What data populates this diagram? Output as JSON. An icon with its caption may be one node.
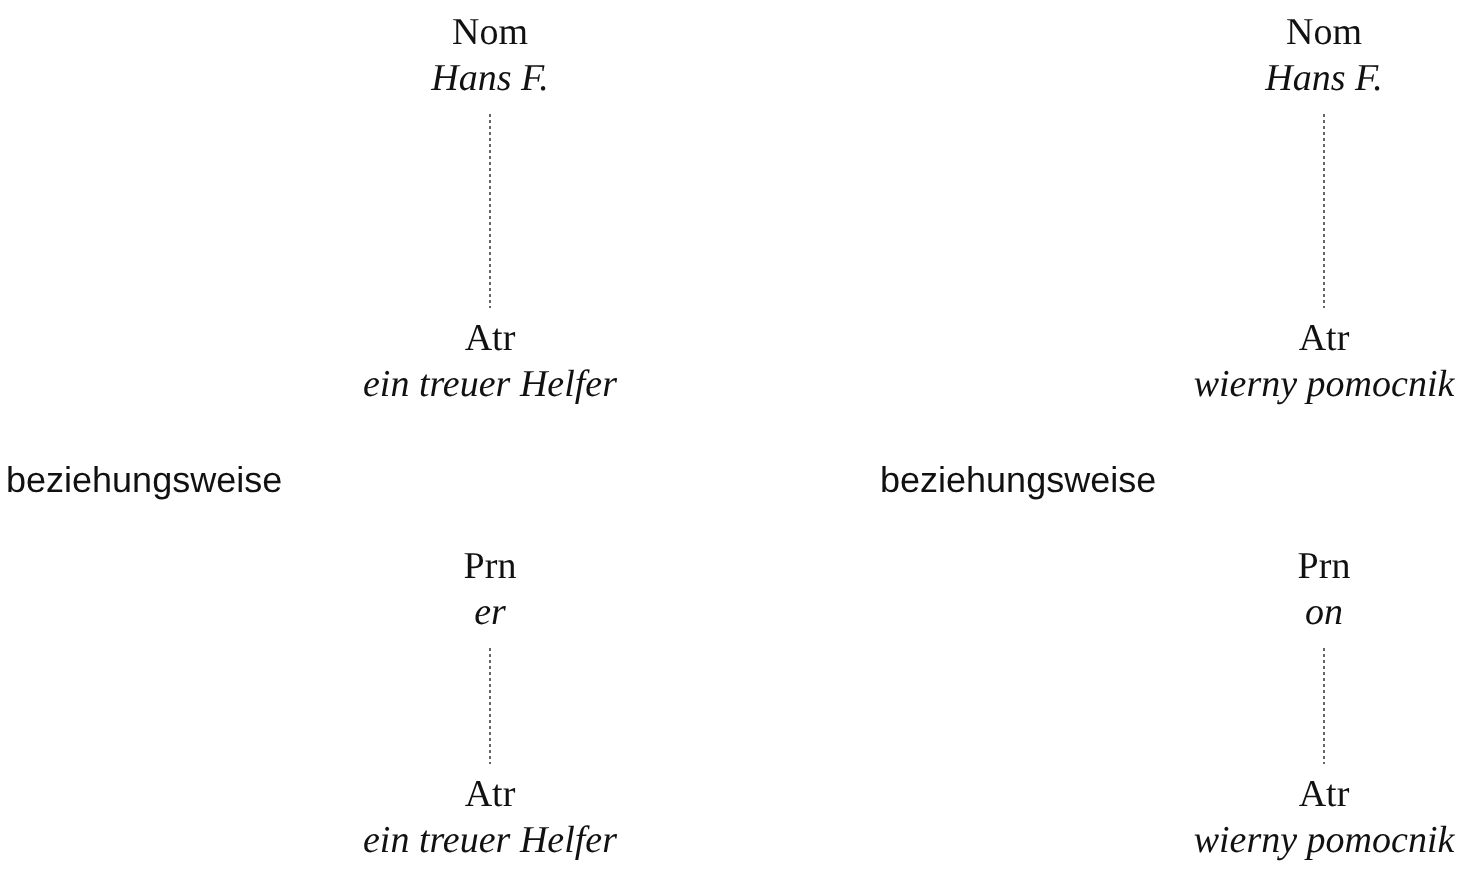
{
  "diagram": {
    "nodes": [
      {
        "text": [
          "Nom",
          "Hans F."
        ]
      },
      {
        "text": [
          "Atr",
          "ein treuer Helfer"
        ]
      },
      {
        "text": [
          "Prn",
          "er"
        ]
      },
      {
        "text": [
          "Atr",
          "ein treuer Helfer"
        ]
      },
      {
        "text": [
          "Nom",
          "Hans F."
        ]
      },
      {
        "text": [
          "Atr",
          "wierny pomocnik"
        ]
      },
      {
        "text": [
          "Prn",
          "on"
        ]
      },
      {
        "text": [
          "Atr",
          "wierny pomocnik"
        ]
      }
    ],
    "edges": [
      {
        "from": 0,
        "to": 1,
        "arrow": "none",
        "style": "dashed"
      },
      {
        "from": 2,
        "to": 3,
        "arrow": "none",
        "style": "dashed"
      },
      {
        "from": 4,
        "to": 5,
        "arrow": "none",
        "style": "dashed"
      },
      {
        "from": 6,
        "to": 7,
        "arrow": "none",
        "style": "dashed"
      }
    ],
    "labels": [
      "beziehungsweise",
      "beziehungsweise"
    ]
  }
}
